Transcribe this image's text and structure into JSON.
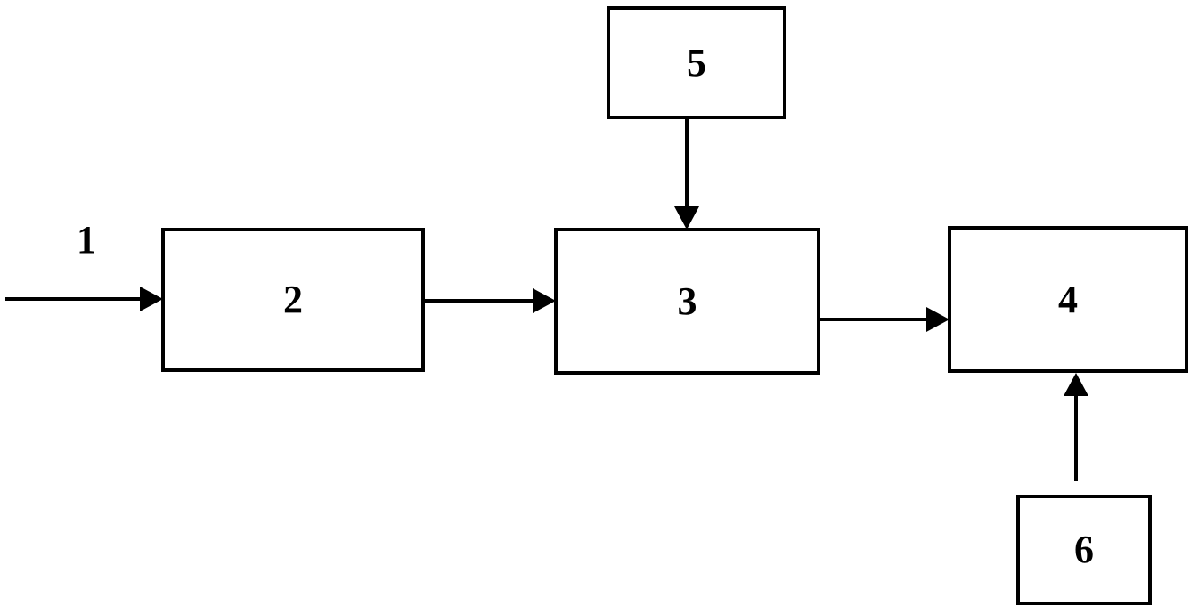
{
  "diagram": {
    "input_label": "1",
    "blocks": {
      "b2": "2",
      "b3": "3",
      "b4": "4",
      "b5": "5",
      "b6": "6"
    },
    "connections": [
      {
        "from": "1",
        "to": "2"
      },
      {
        "from": "2",
        "to": "3"
      },
      {
        "from": "3",
        "to": "4"
      },
      {
        "from": "5",
        "to": "3"
      },
      {
        "from": "6",
        "to": "4"
      }
    ],
    "colors": {
      "stroke": "#000000",
      "background": "#ffffff"
    }
  }
}
